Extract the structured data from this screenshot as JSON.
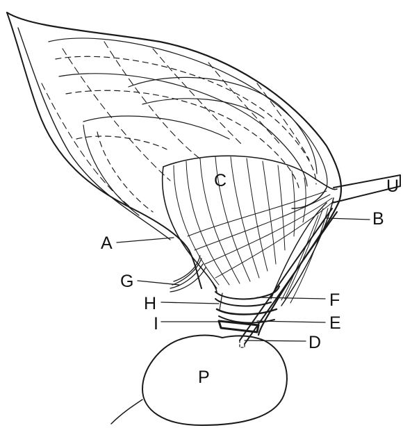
{
  "labels": {
    "U": "U",
    "B": "B",
    "C": "C",
    "A": "A",
    "G": "G",
    "H": "H",
    "F": "F",
    "I": "I",
    "E": "E",
    "D": "D",
    "P": "P"
  }
}
